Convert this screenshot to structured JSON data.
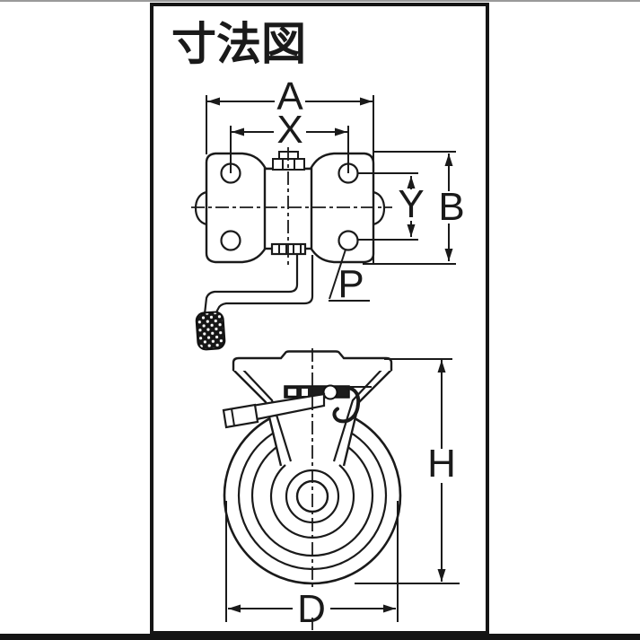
{
  "title": "寸法図",
  "labels": {
    "A": "A",
    "X": "X",
    "Y": "Y",
    "B": "B",
    "P": "P",
    "H": "H",
    "D": "D"
  },
  "colors": {
    "line": "#1a1a1a",
    "frame": "#151515",
    "background": "#ffffff"
  }
}
